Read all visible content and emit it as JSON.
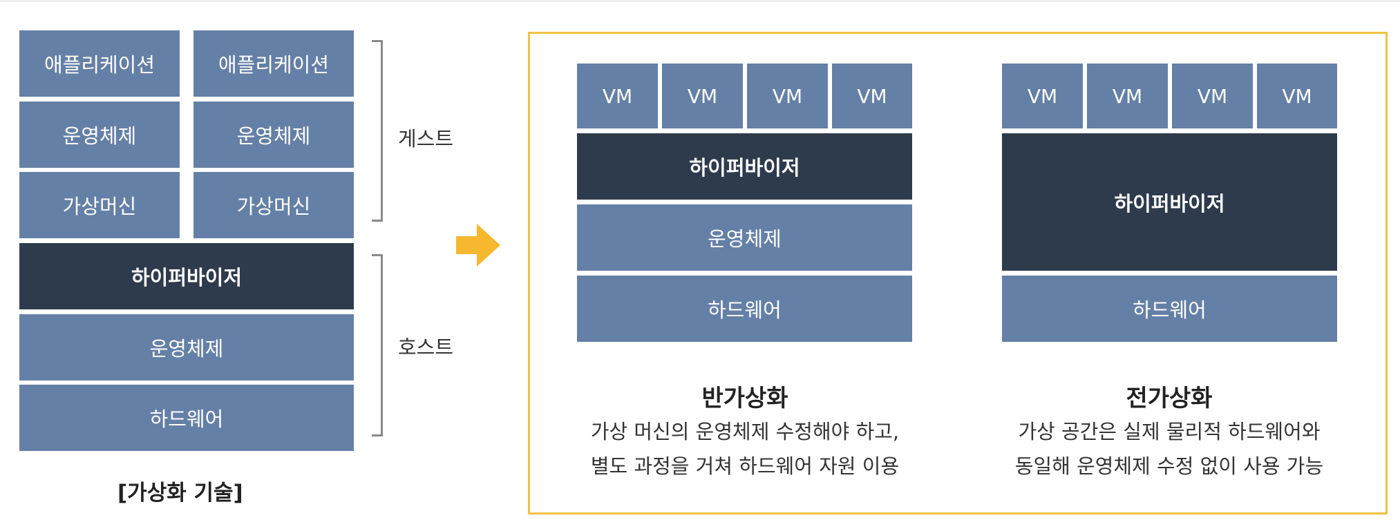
{
  "left_stack": {
    "guest_rows": [
      {
        "left": "애플리케이션",
        "right": "애플리케이션"
      },
      {
        "left": "운영체제",
        "right": "운영체제"
      },
      {
        "left": "가상머신",
        "right": "가상머신"
      }
    ],
    "hypervisor": "하이퍼바이저",
    "host_os": "운영체제",
    "hardware": "하드웨어",
    "guest_label": "게스트",
    "host_label": "호스트",
    "caption": "[가상화 기술]"
  },
  "para": {
    "vms": [
      "VM",
      "VM",
      "VM",
      "VM"
    ],
    "hypervisor": "하이퍼바이저",
    "os": "운영체제",
    "hardware": "하드웨어",
    "title": "반가상화",
    "desc_lines": [
      "가상 머신의 운영체제 수정해야 하고,",
      "별도 과정을 거쳐 하드웨어 자원 이용"
    ]
  },
  "full": {
    "vms": [
      "VM",
      "VM",
      "VM",
      "VM"
    ],
    "hypervisor": "하이퍼바이저",
    "hardware": "하드웨어",
    "title": "전가상화",
    "desc_lines": [
      "가상 공간은 실제 물리적 하드웨어와",
      "동일해 운영체제 수정 없이 사용 가능"
    ]
  },
  "colors": {
    "block_light": "#6580a6",
    "block_dark": "#2e3b4d",
    "frame_border": "#f2c142",
    "arrow": "#f5b82e",
    "bracket": "#8a8a8a"
  },
  "icons": {
    "arrow": "arrow-right-icon"
  }
}
